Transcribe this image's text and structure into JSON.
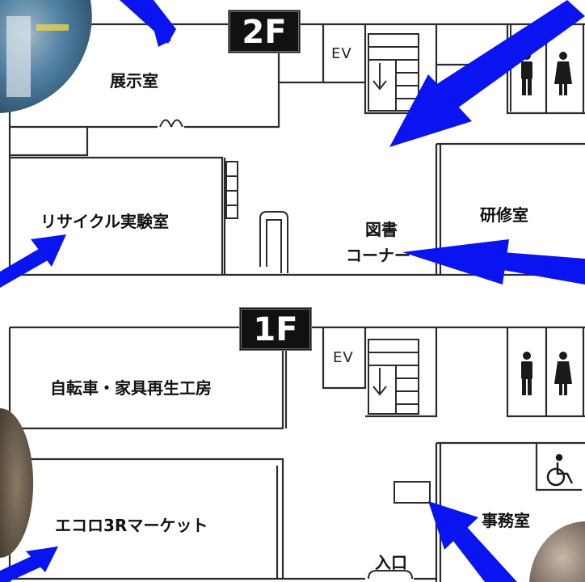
{
  "floors": {
    "upper": {
      "tag": "2F",
      "elevator": "EV",
      "rooms": {
        "exhibition": "展示室",
        "recycle_lab": "リサイクル実験室",
        "library_line1": "図書",
        "library_line2": "コーナー",
        "training": "研修室"
      }
    },
    "lower": {
      "tag": "1F",
      "elevator": "EV",
      "rooms": {
        "workshop": "自転車・家具再生工房",
        "market": "エコロ3Rマーケット",
        "office": "事務室",
        "entrance": "入口"
      }
    }
  },
  "icons": [
    "male-restroom-icon",
    "female-restroom-icon",
    "wheelchair-icon",
    "stairs-down-icon",
    "pointer-arrow-icon"
  ],
  "colors": {
    "arrow": "#0a14f0",
    "line": "#2b2b2b",
    "floor_tag_bg": "#111111"
  }
}
